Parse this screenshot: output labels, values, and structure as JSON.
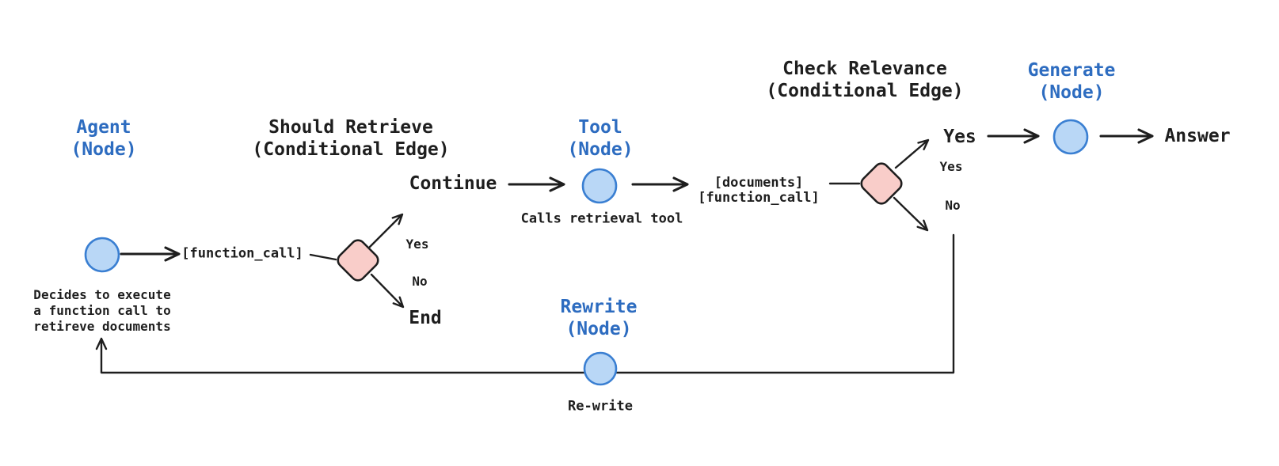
{
  "diagram": {
    "titles": {
      "agent": {
        "line1": "Agent",
        "line2": "(Node)"
      },
      "should_retrieve": {
        "line1": "Should Retrieve",
        "line2": "(Conditional Edge)"
      },
      "tool": {
        "line1": "Tool",
        "line2": "(Node)"
      },
      "check_relevance": {
        "line1": "Check Relevance",
        "line2": "(Conditional Edge)"
      },
      "generate": {
        "line1": "Generate",
        "line2": "(Node)"
      },
      "rewrite": {
        "line1": "Rewrite",
        "line2": "(Node)"
      }
    },
    "labels": {
      "function_call": "[function_call]",
      "continue": "Continue",
      "calls_retrieval_tool": "Calls retrieval tool",
      "documents_line1": "[documents]",
      "documents_line2": "[function_call]",
      "yes_branch_1": "Yes",
      "no_branch_1": "No",
      "end": "End",
      "yes_big": "Yes",
      "yes_branch_2": "Yes",
      "no_branch_2": "No",
      "answer": "Answer",
      "rewrite_action": "Re-write",
      "agent_description_line1": "Decides to execute",
      "agent_description_line2": "a function call to",
      "agent_description_line3": "retireve documents"
    },
    "colors": {
      "background": "#ffffff",
      "line": "#1e1e1e",
      "text_dark": "#1e1e1e",
      "title_blue": "#2d6cc0",
      "node_fill": "#b9d7f6",
      "node_stroke": "#3a7fd2",
      "decision_fill": "#f9cdc9"
    }
  }
}
